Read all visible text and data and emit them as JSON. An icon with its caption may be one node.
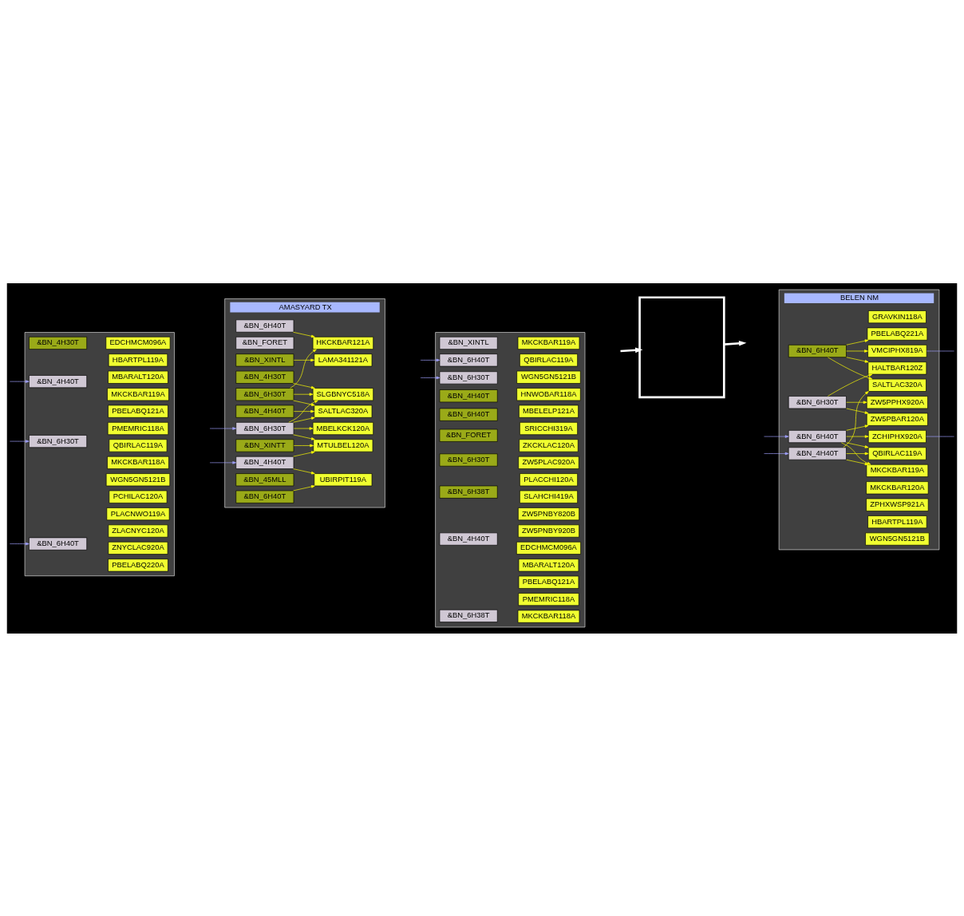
{
  "diagram": {
    "nodes": [
      {
        "text": [],
        "shape": "box"
      },
      {
        "text": [
          "&BN_4H30T"
        ],
        "in": 0
      },
      {
        "text": [
          "&BN_4H40T"
        ],
        "in": 0
      },
      {
        "text": [
          "&BN_6H30T"
        ],
        "in": 0
      },
      {
        "text": [
          "&BN_6H40T"
        ],
        "in": 0
      },
      {
        "text": [
          "EDCHMCM096A"
        ],
        "in": 0
      },
      {
        "text": [
          "HBARTPL119A"
        ],
        "in": 0
      },
      {
        "text": [
          "MBARALT120A"
        ],
        "in": 0
      },
      {
        "text": [
          "MKCKBAR119A"
        ],
        "in": 0
      },
      {
        "text": [
          "PBELABQ121A"
        ],
        "in": 0
      },
      {
        "text": [
          "PMEMRIC118A"
        ],
        "in": 0
      },
      {
        "text": [
          "QBIRLAC119A"
        ],
        "in": 0
      },
      {
        "text": [
          "MKCKBAR118A"
        ],
        "in": 0
      },
      {
        "text": [
          "WGN5GN5121B"
        ],
        "in": 0
      },
      {
        "text": [
          "PCHILAC120A"
        ],
        "in": 0
      },
      {
        "text": [
          "PLACNWO119A"
        ],
        "in": 0
      },
      {
        "text": [
          "ZLACNYC120A"
        ],
        "in": 0
      },
      {
        "text": [
          "ZNYCLAC920A"
        ],
        "in": 0
      },
      {
        "text": [
          "PBELABQ220A"
        ],
        "in": 0
      },
      {
        "text": [
          "AMASYARD TX"
        ]
      },
      {
        "text": [
          "&BN_FORET"
        ],
        "in": 19
      },
      {
        "text": [
          "&BN_6H40T"
        ],
        "in": 19
      },
      {
        "text": [
          "&BN_6H30T"
        ],
        "in": 19
      },
      {
        "text": [
          "&BN_XINTL"
        ],
        "in": 19
      },
      {
        "text": [
          "&BN_6H30T"
        ],
        "in": 19
      },
      {
        "text": [
          "&BN_XINTT"
        ],
        "in": 19
      },
      {
        "text": [
          "&BN_6H40T"
        ],
        "in": 19
      },
      {
        "text": [
          "&BN_4H40T"
        ],
        "in": 19
      },
      {
        "text": [
          "&BN_4H30T"
        ],
        "in": 19
      },
      {
        "text": [
          "&BN_45MLL"
        ],
        "in": 19
      },
      {
        "text": [
          "&BN_4H40T"
        ],
        "in": 19
      },
      {
        "text": [
          "HKCKBAR121A"
        ],
        "in": 19
      },
      {
        "text": [
          "LAMA341121A"
        ],
        "in": 19
      },
      {
        "text": [
          "MBELKCK120A"
        ],
        "in": 19
      },
      {
        "text": [
          "SALTLAC320A"
        ],
        "in": 19
      },
      {
        "text": [
          "UBIRPIT119A"
        ],
        "in": 19
      },
      {
        "text": [
          "SLGBNYC518A"
        ],
        "in": 19
      },
      {
        "text": [
          "MTULBEL120A"
        ],
        "in": 19
      },
      {
        "text": [],
        "shape": "box"
      },
      {
        "text": [
          "&BN_XINTL"
        ],
        "in": 38
      },
      {
        "text": [
          "&BN_6H40T"
        ],
        "in": 38
      },
      {
        "text": [
          "&BN_6H30T"
        ],
        "in": 38
      },
      {
        "text": [
          "&BN_4H40T"
        ],
        "in": 38
      },
      {
        "text": [
          "&BN_6H40T"
        ],
        "in": 38
      },
      {
        "text": [
          "&BN_FORET"
        ],
        "in": 38
      },
      {
        "text": [
          "&BN_6H30T"
        ],
        "in": 38
      },
      {
        "text": [
          "&BN_6H38T"
        ],
        "in": 38
      },
      {
        "text": [
          "&BN_4H40T"
        ],
        "in": 38
      },
      {
        "text": [
          "&BN_6H38T"
        ],
        "in": 38
      },
      {
        "text": [
          "MKCKBAR119A"
        ],
        "in": 38
      },
      {
        "text": [
          "QBIRLAC119A"
        ],
        "in": 38
      },
      {
        "text": [
          "WGN5GN5121B"
        ],
        "in": 38
      },
      {
        "text": [
          "HNWOBAR118A"
        ],
        "in": 38
      },
      {
        "text": [
          "MBELELP121A"
        ],
        "in": 38
      },
      {
        "text": [
          "SRICCHI319A"
        ],
        "in": 38
      },
      {
        "text": [
          "ZKCKLAC120A"
        ],
        "in": 38
      },
      {
        "text": [
          "ZW5PLAC920A"
        ],
        "in": 38
      },
      {
        "text": [
          "PLACCHI120A"
        ],
        "in": 38
      },
      {
        "text": [
          "SLAHCHI419A"
        ],
        "in": 38
      },
      {
        "text": [
          "ZW5PNBY820B"
        ],
        "in": 38
      },
      {
        "text": [
          "ZW5PNBY920B"
        ],
        "in": 38
      },
      {
        "text": [
          "EDCHMCM096A"
        ],
        "in": 38
      },
      {
        "text": [
          "MBARALT120A"
        ],
        "in": 38
      },
      {
        "text": [
          "PBELABQ121A"
        ],
        "in": 38
      },
      {
        "text": [
          "PMEMRIC118A"
        ],
        "in": 38
      },
      {
        "text": [
          "MKCKBAR118A"
        ],
        "in": 38
      },
      {
        "text": [],
        "shape": "box"
      },
      {
        "text": [
          "BELEN NM"
        ]
      },
      {
        "text": [
          "&BN_6H40T"
        ],
        "in": 67
      },
      {
        "text": [
          "&BN_6H40T"
        ],
        "in": 67
      },
      {
        "text": [
          "&BN_6H30T"
        ],
        "in": 67
      },
      {
        "text": [
          "&BN_4H40T"
        ],
        "in": 67
      },
      {
        "text": [
          "GRAVKIN118A"
        ],
        "in": 67
      },
      {
        "text": [
          "MKCKBAR120A"
        ],
        "in": 67
      },
      {
        "text": [
          "ZPHXWSP921A"
        ],
        "in": 67
      },
      {
        "text": [
          "HBARTPL119A"
        ],
        "in": 67
      },
      {
        "text": [
          "WGN5GN5121B"
        ],
        "in": 67
      },
      {
        "text": [
          "VMCIPHX819A"
        ],
        "in": 67
      },
      {
        "text": [
          "ZCHIPHX920A"
        ],
        "in": 67
      },
      {
        "text": [
          "ZW5PBAR120A"
        ],
        "in": 67
      },
      {
        "text": [
          "ZW5PPHX920A"
        ],
        "in": 67
      },
      {
        "text": [
          "HALTBAR120Z"
        ],
        "in": 67
      },
      {
        "text": [
          "PBELABQ221A"
        ],
        "in": 67
      },
      {
        "text": [
          "SALTLAC320A"
        ],
        "in": 67
      },
      {
        "text": [
          "MKCKBAR119A"
        ],
        "in": 67
      },
      {
        "text": [
          "QBIRLAC119A"
        ],
        "in": 67
      }
    ],
    "edges": [
      {
        "from": null,
        "to": 2,
        "arrow": "to",
        "color": "#a0a0ff"
      },
      {
        "from": null,
        "to": 3,
        "arrow": "to",
        "color": "#a0a0ff"
      },
      {
        "from": null,
        "to": 4,
        "arrow": "to",
        "color": "#a0a0ff"
      },
      {
        "from": null,
        "to": 22,
        "arrow": "to",
        "color": "#a0a0ff"
      },
      {
        "from": null,
        "to": 30,
        "arrow": "to",
        "color": "#a0a0ff"
      },
      {
        "from": 21,
        "to": 31,
        "arrow": "to",
        "color": "#ffff00"
      },
      {
        "from": 22,
        "to": 33,
        "arrow": "to",
        "color": "#ffff00"
      },
      {
        "from": 22,
        "to": 34,
        "arrow": "to",
        "color": "#ffff00"
      },
      {
        "from": 22,
        "to": 36,
        "arrow": "to",
        "color": "#ffff00"
      },
      {
        "from": 22,
        "to": 37,
        "arrow": "to",
        "color": "#ffff00"
      },
      {
        "from": 23,
        "to": 32,
        "arrow": "to",
        "color": "#ffff00"
      },
      {
        "from": 24,
        "to": 31,
        "arrow": "to",
        "color": "#ffff00"
      },
      {
        "from": 24,
        "to": 34,
        "arrow": "to",
        "color": "#ffff00"
      },
      {
        "from": 24,
        "to": 36,
        "arrow": "to",
        "color": "#ffff00"
      },
      {
        "from": 25,
        "to": 37,
        "arrow": "to",
        "color": "#ffff00"
      },
      {
        "from": 26,
        "to": 35,
        "arrow": "to",
        "color": "#ffff00"
      },
      {
        "from": 27,
        "to": 34,
        "arrow": "to",
        "color": "#ffff00"
      },
      {
        "from": 28,
        "to": 36,
        "arrow": "to",
        "color": "#ffff00"
      },
      {
        "from": 30,
        "to": 35,
        "arrow": "to",
        "color": "#ffff00"
      },
      {
        "from": 30,
        "to": 37,
        "arrow": "to",
        "color": "#ffff00"
      },
      {
        "from": null,
        "to": 40,
        "arrow": "to",
        "color": "#a0a0ff"
      },
      {
        "from": null,
        "to": 41,
        "arrow": "to",
        "color": "#a0a0ff"
      },
      {
        "from": null,
        "to": 66,
        "arrow": "to",
        "style": "thick",
        "color": "#ffffff"
      },
      {
        "from": 66,
        "to": null,
        "arrow": "to",
        "style": "thick",
        "color": "#ffffff"
      },
      {
        "from": null,
        "to": 69,
        "arrow": "to",
        "color": "#a0a0ff"
      },
      {
        "from": null,
        "to": 71,
        "arrow": "to",
        "color": "#a0a0ff"
      },
      {
        "from": 68,
        "to": 77,
        "arrow": "to",
        "color": "#ffff00"
      },
      {
        "from": 68,
        "to": 81,
        "arrow": "to",
        "color": "#ffff00"
      },
      {
        "from": 68,
        "to": 82,
        "arrow": "to",
        "color": "#ffff00"
      },
      {
        "from": 68,
        "to": 83,
        "arrow": "to",
        "color": "#ffff00"
      },
      {
        "from": 69,
        "to": 78,
        "arrow": "to",
        "color": "#ffff00"
      },
      {
        "from": 69,
        "to": 79,
        "arrow": "to",
        "color": "#ffff00"
      },
      {
        "from": 69,
        "to": 84,
        "arrow": "to",
        "color": "#ffff00"
      },
      {
        "from": 69,
        "to": 85,
        "arrow": "to",
        "color": "#ffff00"
      },
      {
        "from": 70,
        "to": 79,
        "arrow": "to",
        "color": "#ffff00"
      },
      {
        "from": 70,
        "to": 80,
        "arrow": "to",
        "color": "#ffff00"
      },
      {
        "from": 70,
        "to": 81,
        "arrow": "to",
        "color": "#ffff00"
      },
      {
        "from": 71,
        "to": 83,
        "arrow": "to",
        "color": "#ffff00"
      },
      {
        "from": 71,
        "to": 84,
        "arrow": "to",
        "color": "#ffff00"
      },
      {
        "from": 71,
        "to": 85,
        "arrow": "to",
        "color": "#ffff00"
      },
      {
        "from": 77,
        "to": null,
        "arrow": "none",
        "color": "#a0a0ff"
      },
      {
        "from": 78,
        "to": null,
        "arrow": "none",
        "color": "#a0a0ff"
      }
    ]
  }
}
